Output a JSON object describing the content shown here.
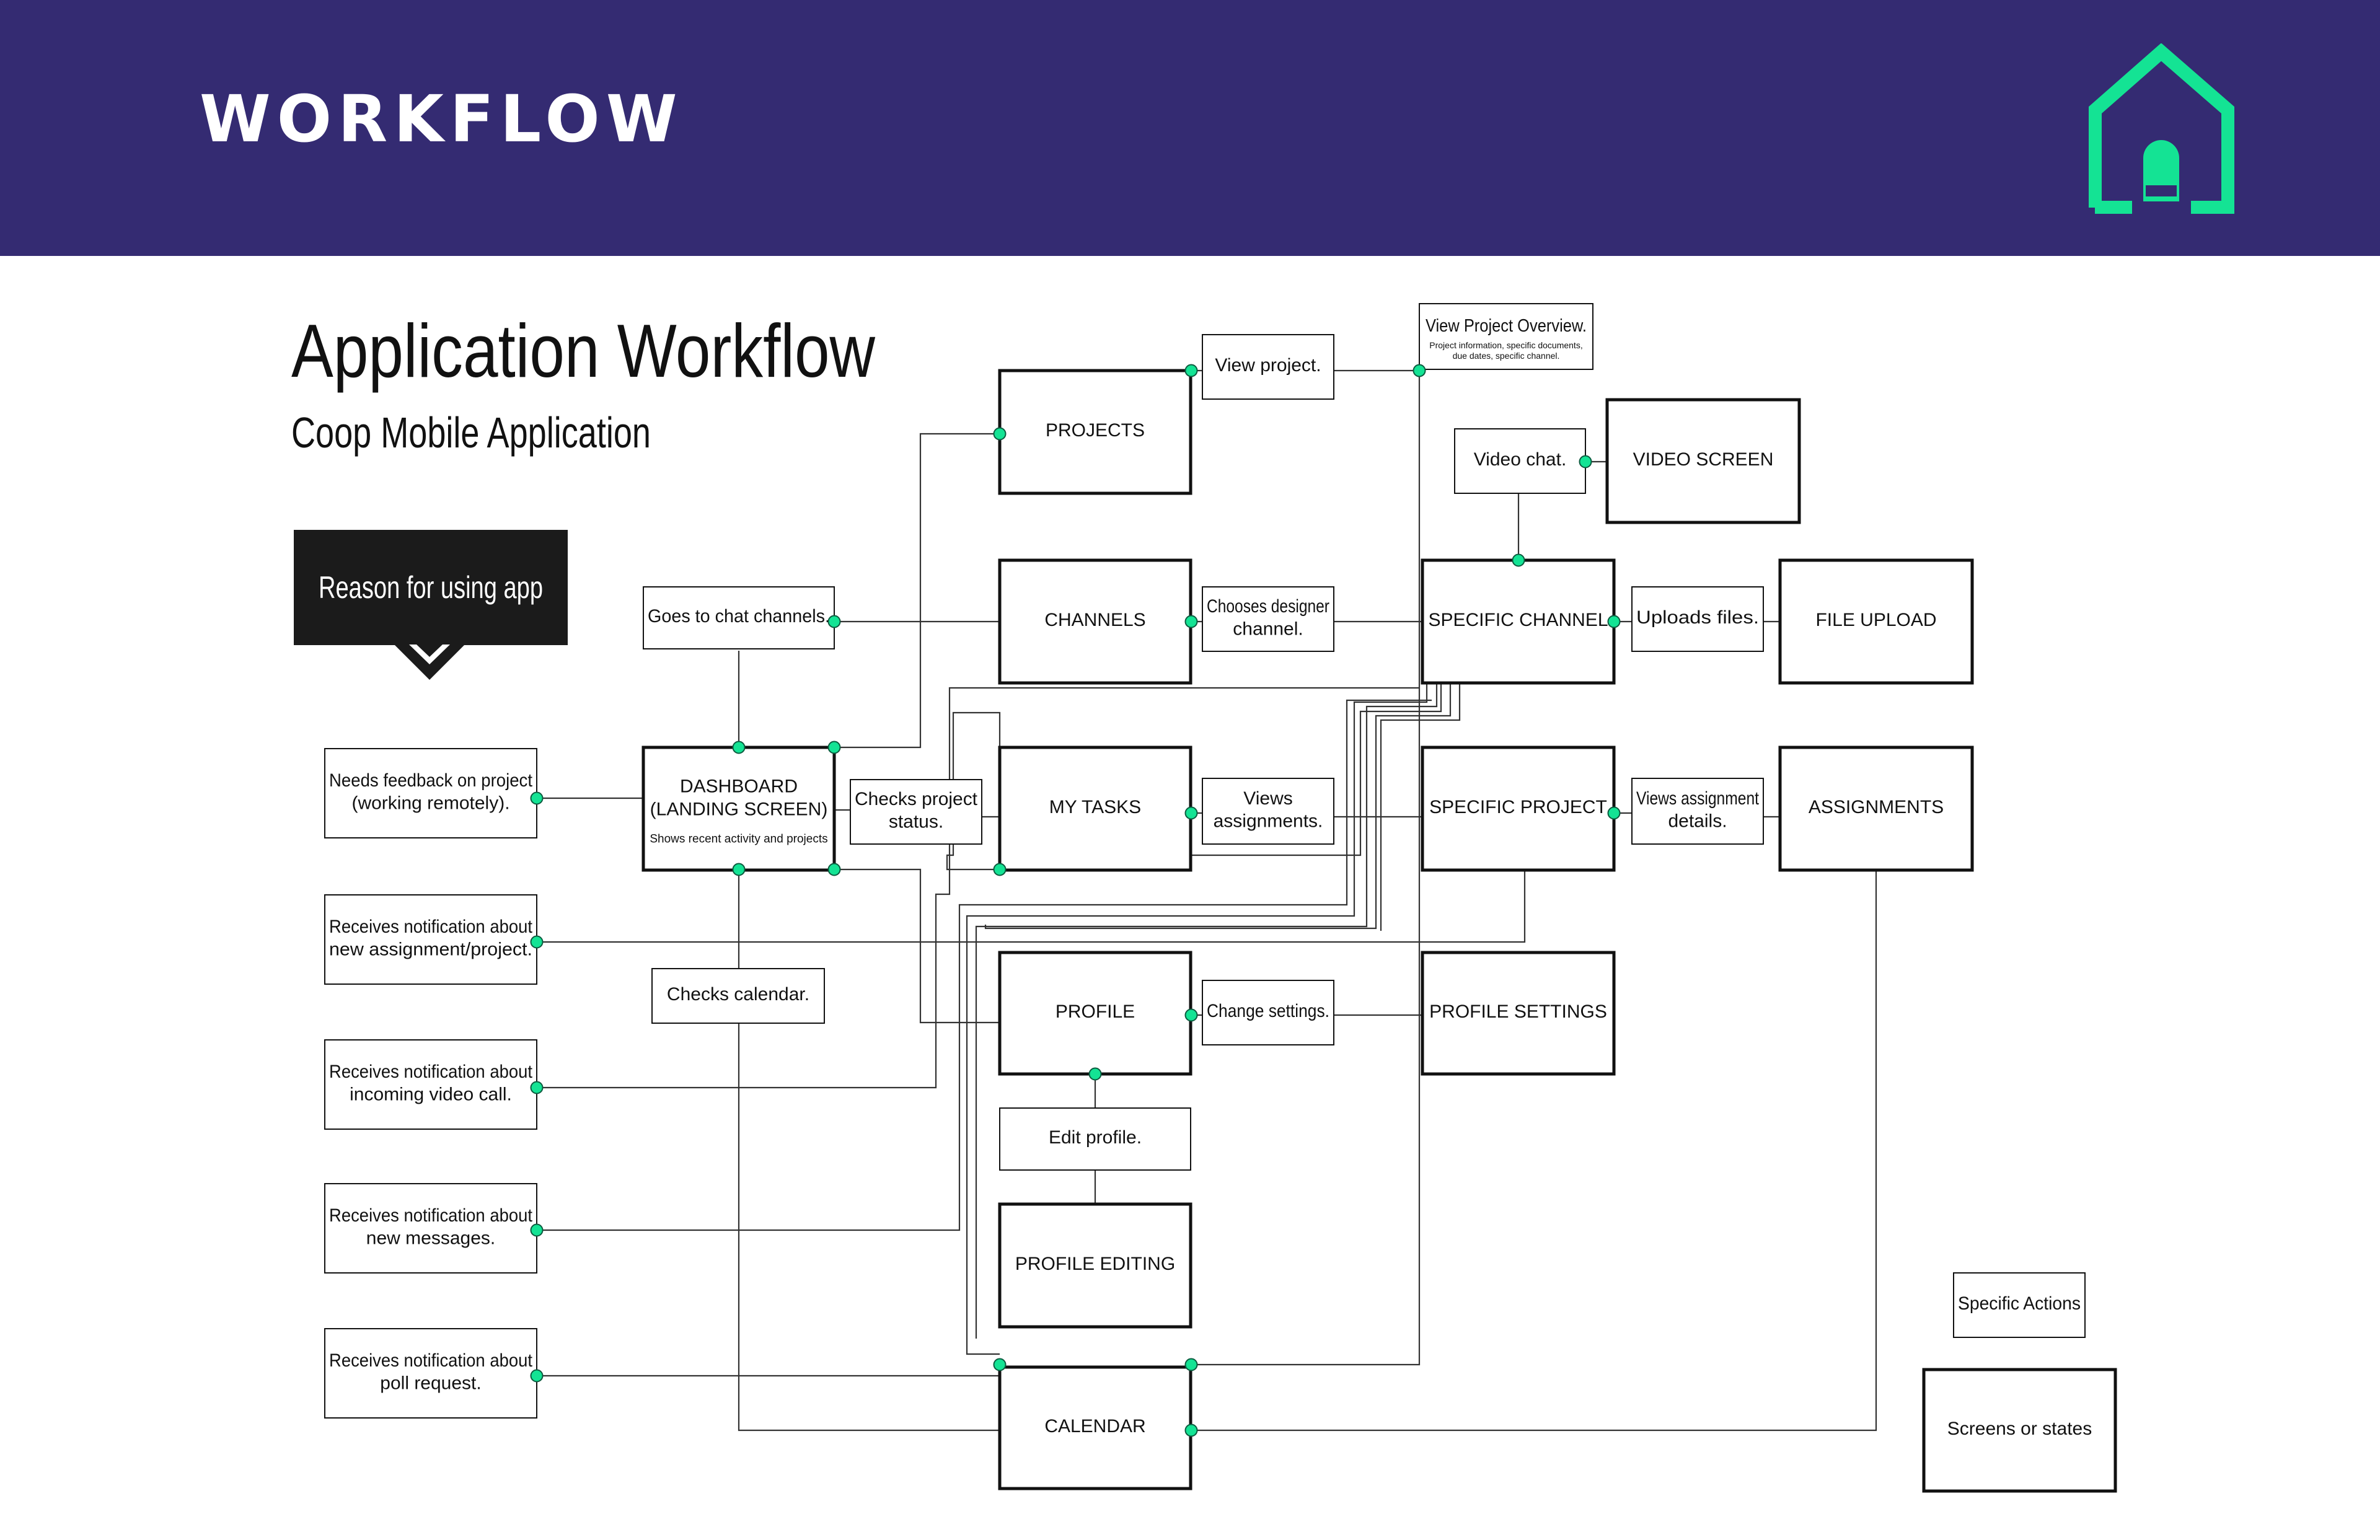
{
  "header": {
    "title": "WORKFLOW",
    "logo_icon": "house-icon"
  },
  "colors": {
    "header_bg": "#342b72",
    "accent": "#14e394",
    "ink": "#111111"
  },
  "diagram": {
    "title": "Application Workflow",
    "subtitle": "Coop Mobile Application",
    "callout": "Reason for using app",
    "reasons": {
      "feedback": [
        "Needs feedback on project",
        "(working remotely)."
      ],
      "assignment": [
        "Receives notification about",
        "new assignment/project."
      ],
      "video": [
        "Receives notification about",
        "incoming video call."
      ],
      "messages": [
        "Receives notification about",
        "new messages."
      ],
      "poll": [
        "Receives notification about",
        "poll request."
      ]
    },
    "screens": {
      "dashboard": {
        "lines": [
          "DASHBOARD",
          "(LANDING SCREEN)"
        ],
        "note": "Shows recent activity and projects"
      },
      "projects": "PROJECTS",
      "channels": "CHANNELS",
      "my_tasks": "MY TASKS",
      "profile": "PROFILE",
      "profile_editing": "PROFILE EDITING",
      "calendar": "CALENDAR",
      "video_screen": "VIDEO SCREEN",
      "specific_channel": "SPECIFIC CHANNEL",
      "file_upload": "FILE UPLOAD",
      "specific_project": "SPECIFIC PROJECT",
      "assignments": "ASSIGNMENTS",
      "profile_settings": "PROFILE SETTINGS"
    },
    "actions": {
      "goes_chat": [
        "Goes to chat channels."
      ],
      "checks_status": [
        "Checks project",
        "status."
      ],
      "checks_calendar": [
        "Checks calendar."
      ],
      "view_project": [
        "View project."
      ],
      "chooses_channel": [
        "Chooses designer",
        "channel."
      ],
      "views_assignments": [
        "Views",
        "assignments."
      ],
      "change_settings": [
        "Change settings."
      ],
      "edit_profile": [
        "Edit profile."
      ],
      "video_chat": [
        "Video chat."
      ],
      "uploads_files": [
        "Uploads files."
      ],
      "views_details": [
        "Views assignment",
        "details."
      ],
      "overview": {
        "title": "View Project Overview.",
        "sub": [
          "Project information, specific documents,",
          "due dates, specific channel."
        ]
      }
    },
    "legend": {
      "actions": "Specific Actions",
      "screens": "Screens or states"
    }
  }
}
